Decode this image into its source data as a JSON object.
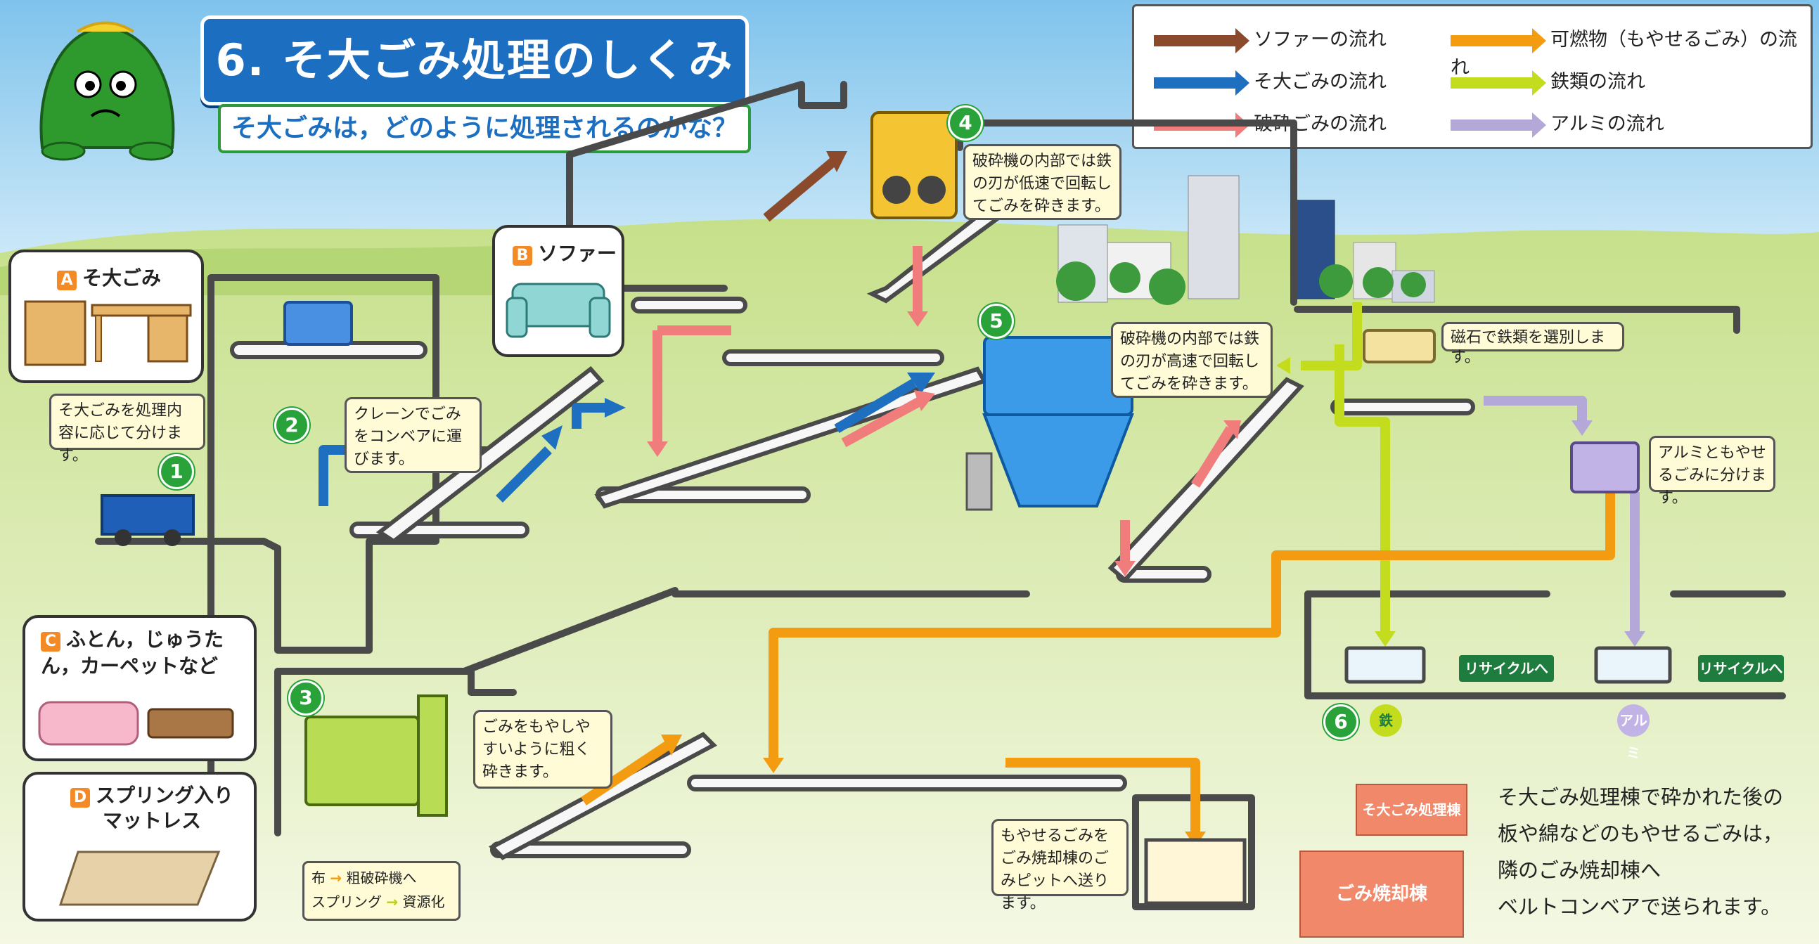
{
  "title": "6. そ大ごみ処理のしくみ",
  "subtitle": "そ大ごみは，どのように処理されるのかな？",
  "legend": [
    {
      "label": "ソファーの流れ",
      "color": "#8b4a2b"
    },
    {
      "label": "可燃物（もやせるごみ）の流れ",
      "color": "#f39c12"
    },
    {
      "label": "そ大ごみの流れ",
      "color": "#1f6fc0"
    },
    {
      "label": "鉄類の流れ",
      "color": "#c3dc1e"
    },
    {
      "label": "破砕ごみの流れ",
      "color": "#f07c7c"
    },
    {
      "label": "アルミの流れ",
      "color": "#b3a8d8"
    }
  ],
  "panels": {
    "a": {
      "badge": "A",
      "label": "そ大ごみ"
    },
    "b": {
      "badge": "B",
      "label": "ソファー"
    },
    "c": {
      "badge": "C",
      "label": "ふとん，じゅうたん，カーペットなど"
    },
    "d": {
      "badge": "D",
      "label": "スプリング入りマットレス"
    }
  },
  "steps": {
    "s1": {
      "num": "1",
      "note": "そ大ごみを処理内容に応じて分けます。"
    },
    "s2": {
      "num": "2",
      "note": "クレーンでごみをコンベアに運びます。"
    },
    "s3": {
      "num": "3",
      "note": "ごみをもやしやすいように粗く砕きます。"
    },
    "s4": {
      "num": "4",
      "note": "破砕機の内部では鉄の刃が低速で回転してごみを砕きます。"
    },
    "s5": {
      "num": "5",
      "note": "破砕機の内部では鉄の刃が高速で回転してごみを砕きます。"
    },
    "s6": {
      "num": "6"
    }
  },
  "notes": {
    "magnet": "磁石で鉄類を選別します。",
    "aluminum_sort": "アルミともやせるごみに分けます。",
    "pit": "もやせるごみをごみ焼却棟のごみピットへ送ります。"
  },
  "route": {
    "cloth_from": "布",
    "cloth_to": "粗破砕機へ",
    "spring_from": "スプリング",
    "spring_to": "資源化"
  },
  "recycle_label": "リサイクルへ",
  "materials": {
    "iron": "鉄",
    "aluminum": "アルミ"
  },
  "buildings": {
    "sodai": "そ大ごみ処理棟",
    "incinerator": "ごみ焼却棟"
  },
  "bottom_text": [
    "そ大ごみ処理棟で砕かれた後の",
    "板や綿などのもやせるごみは，",
    "隣のごみ焼却棟へ",
    "ベルトコンベアで送られます。"
  ]
}
